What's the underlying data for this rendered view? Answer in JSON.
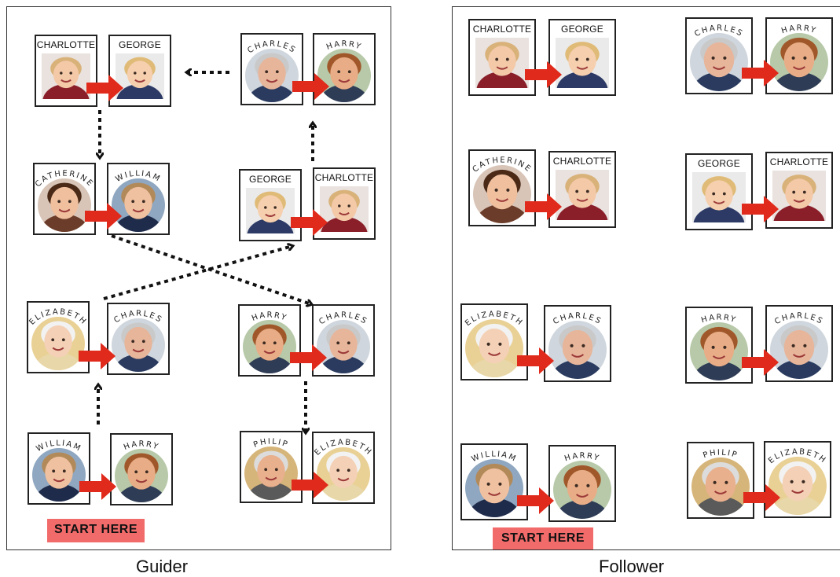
{
  "captions": {
    "guider": "Guider",
    "follower": "Follower"
  },
  "start_label": "START HERE",
  "names": {
    "charlotte": "CHARLOTTE",
    "george": "GEORGE",
    "charles": "CHARLES",
    "harry": "HARRY",
    "catherine": "CATHERINE",
    "william": "WILLIAM",
    "elizabeth": "ELIZABETH",
    "philip": "PHILIP"
  },
  "guider_pairs": [
    {
      "left": "charlotte",
      "right": "george"
    },
    {
      "left": "charles",
      "right": "harry"
    },
    {
      "left": "catherine",
      "right": "william"
    },
    {
      "left": "george",
      "right": "charlotte"
    },
    {
      "left": "elizabeth",
      "right": "charles"
    },
    {
      "left": "harry",
      "right": "charles"
    },
    {
      "left": "william",
      "right": "harry"
    },
    {
      "left": "philip",
      "right": "elizabeth"
    }
  ],
  "follower_pairs": [
    {
      "left": "charlotte",
      "right": "george"
    },
    {
      "left": "charles",
      "right": "harry"
    },
    {
      "left": "catherine",
      "right": "charlotte"
    },
    {
      "left": "george",
      "right": "charlotte"
    },
    {
      "left": "elizabeth",
      "right": "charles"
    },
    {
      "left": "harry",
      "right": "charles"
    },
    {
      "left": "william",
      "right": "harry"
    },
    {
      "left": "philip",
      "right": "elizabeth"
    }
  ],
  "colors": {
    "red_arrow": "#e02a1b",
    "start_bg": "#f26b6b"
  }
}
